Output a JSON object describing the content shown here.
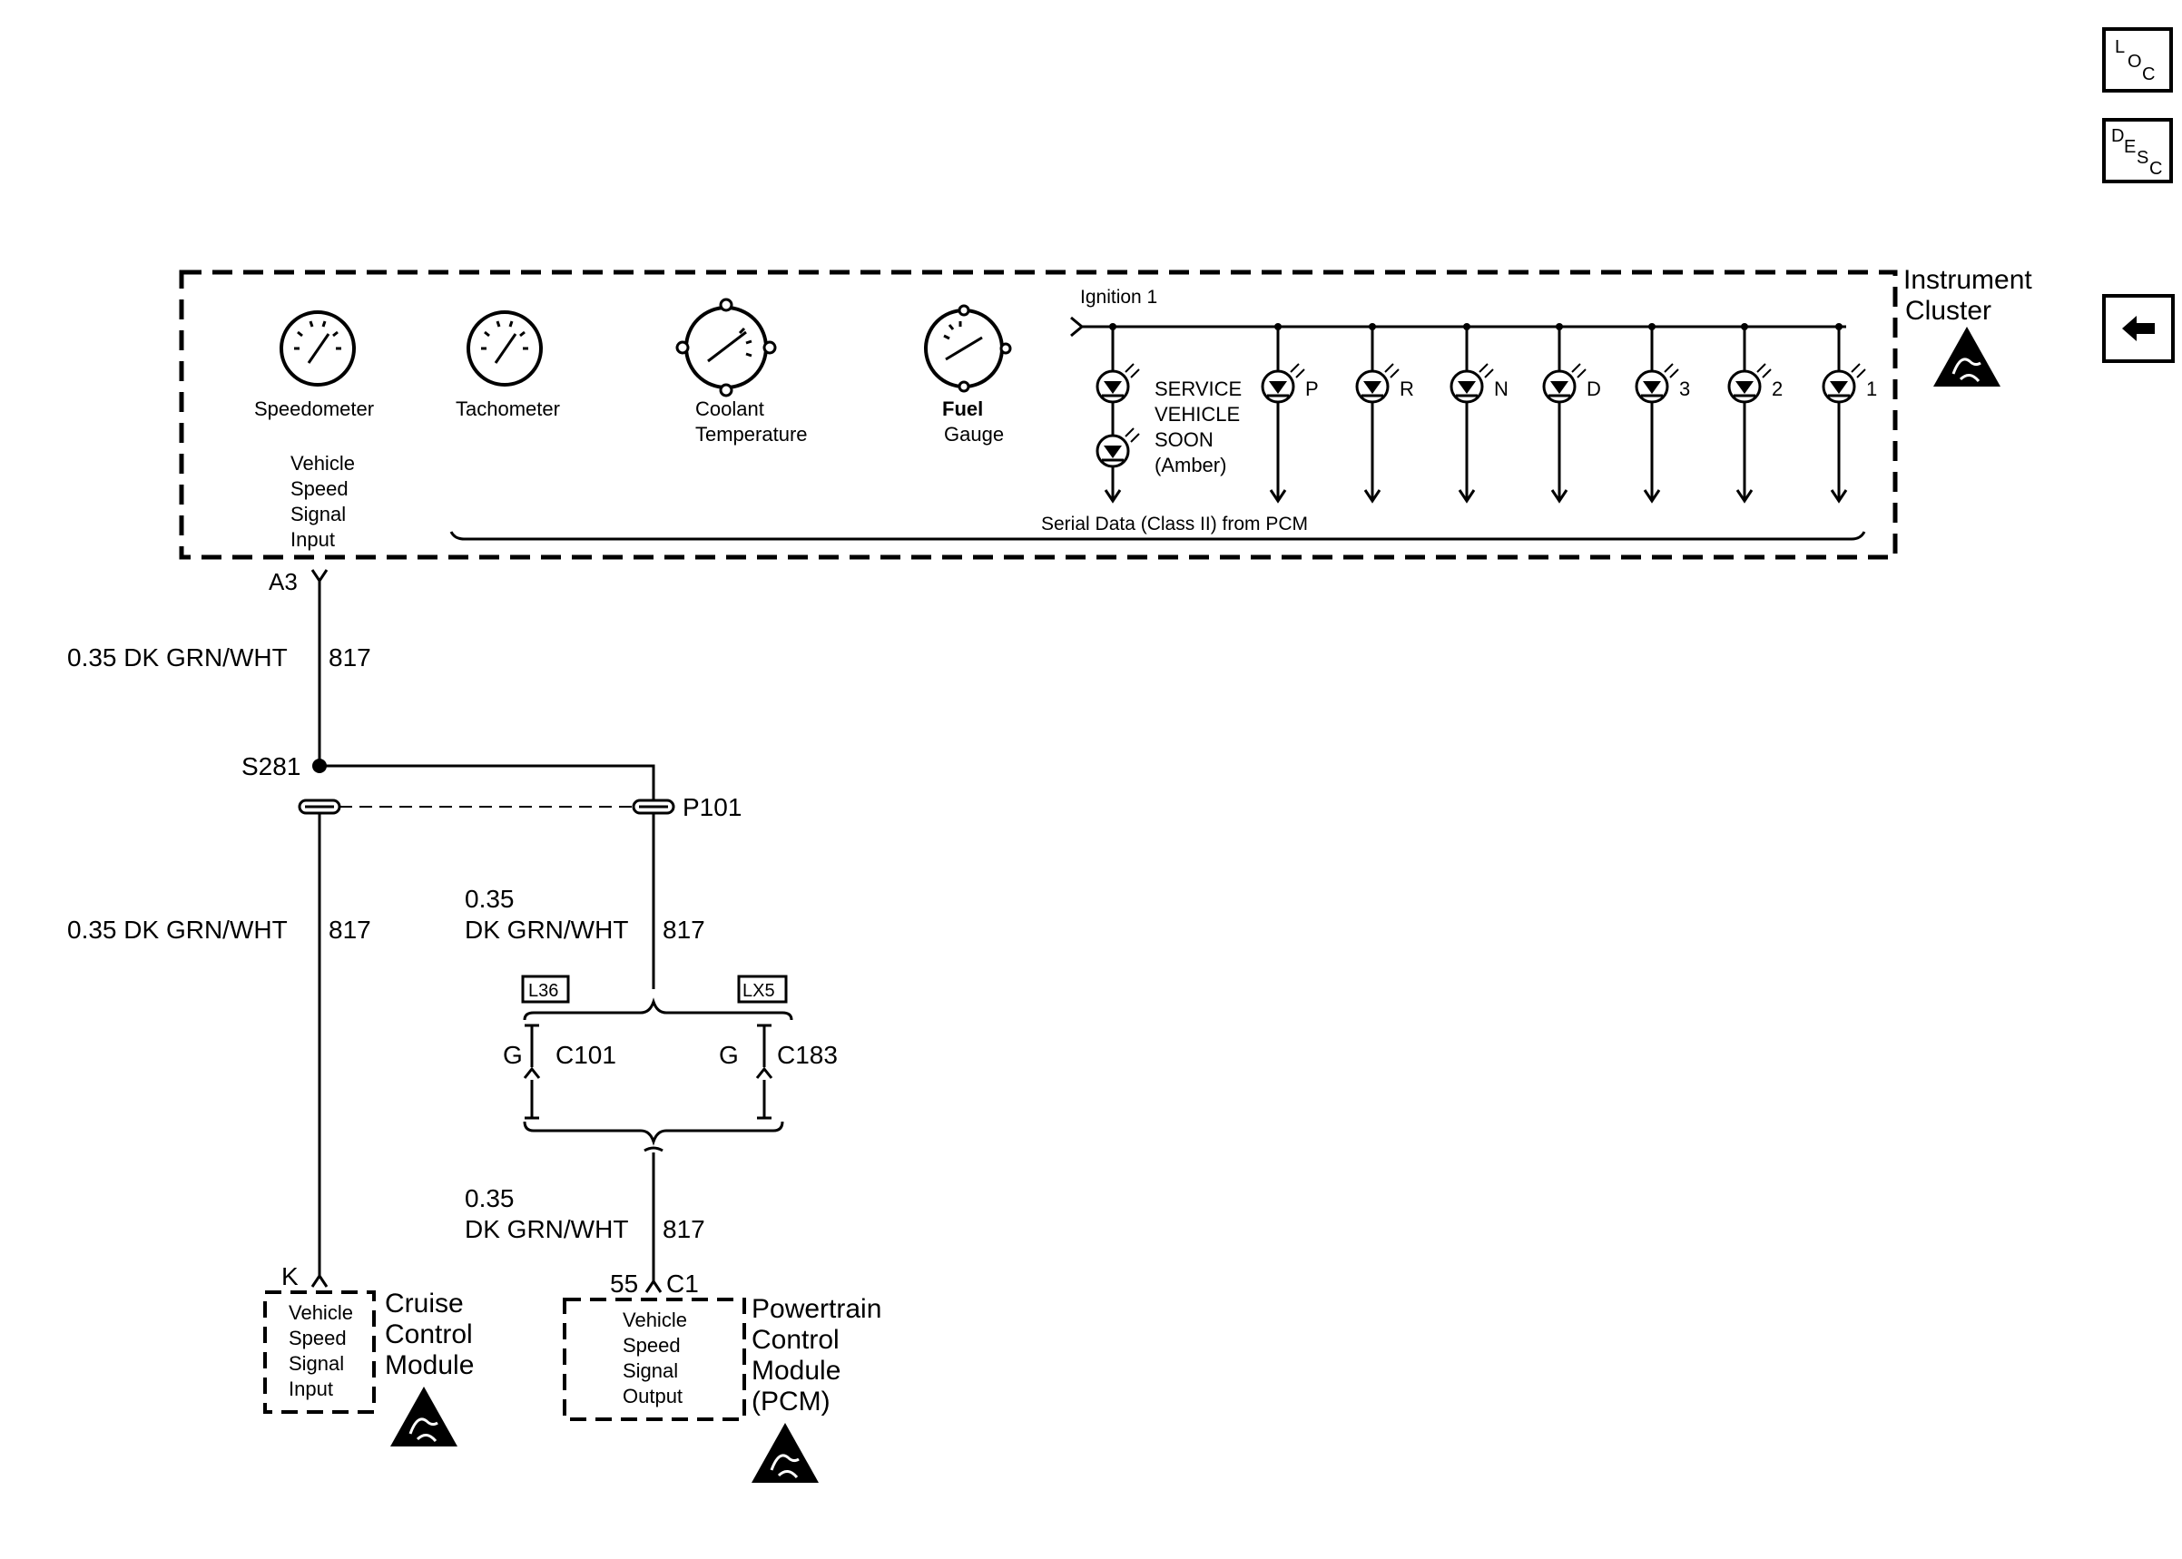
{
  "side_buttons": {
    "loc": {
      "l1": "L",
      "l2": "O",
      "l3": "C"
    },
    "desc": {
      "l1": "D",
      "l2": "E",
      "l3": "S",
      "l4": "C"
    },
    "back_icon": "left-arrow-icon"
  },
  "cluster": {
    "title_line1": "Instrument",
    "title_line2": "Cluster",
    "speedometer": "Speedometer",
    "tachometer": "Tachometer",
    "coolant_l1": "Coolant",
    "coolant_l2": "Temperature",
    "fuel_l1": "Fuel",
    "fuel_l2": "Gauge",
    "vss_input": [
      "Vehicle",
      "Speed",
      "Signal",
      "Input"
    ],
    "ignition": "Ignition 1",
    "svs": [
      "SERVICE",
      "VEHICLE",
      "SOON",
      "(Amber)"
    ],
    "gear_labels": [
      "P",
      "R",
      "N",
      "D",
      "3",
      "2",
      "1"
    ],
    "serial_data": "Serial Data (Class II) from PCM"
  },
  "wiring": {
    "a3": "A3",
    "wire_top": "0.35 DK GRN/WHT",
    "circuit": "817",
    "splice": "S281",
    "pass_thru": "P101",
    "wire_left": "0.35 DK GRN/WHT",
    "gauge": "0.35",
    "color": "DK GRN/WHT",
    "opt1": "L36",
    "opt2": "LX5",
    "c101_pin": "G",
    "c101": "C101",
    "c183_pin": "G",
    "c183": "C183"
  },
  "cruise": {
    "pin": "K",
    "inner": [
      "Vehicle",
      "Speed",
      "Signal",
      "Input"
    ],
    "title": [
      "Cruise",
      "Control",
      "Module"
    ]
  },
  "pcm": {
    "pin": "55",
    "conn": "C1",
    "inner": [
      "Vehicle",
      "Speed",
      "Signal",
      "Output"
    ],
    "title": [
      "Powertrain",
      "Control",
      "Module",
      "(PCM)"
    ]
  }
}
